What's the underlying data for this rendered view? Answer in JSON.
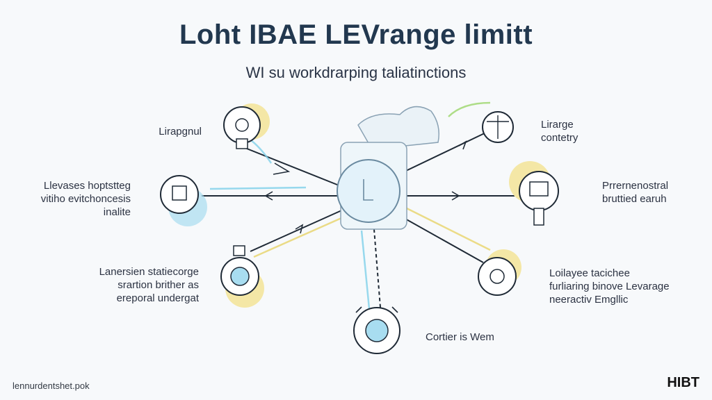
{
  "title": "Loht IBAE LEVrange limitt",
  "subtitle": "WI su workdrarping taliatinctions",
  "nodes": [
    {
      "label": "Lirapgnul"
    },
    {
      "label": "Llevases hoptstteg\nvitiho evitchoncesis\ninalite"
    },
    {
      "label": "Lanersien statiecorge\nsrartion brither as\nereporal undergat"
    },
    {
      "label": "Cortier is Wem"
    },
    {
      "label": "Lirarge\ncontetry"
    },
    {
      "label": "Prrernenostral\nbruttied earuh"
    },
    {
      "label": "Loilayee tacichee\nfurliaring binove Levarage\nneeractiv Emgllic"
    }
  ],
  "footer": {
    "left": "lennurdentshet.pok",
    "right": "HIBT"
  },
  "colors": {
    "accent_yellow": "#f4e7a6",
    "accent_blue": "#a8ddf0",
    "ink": "#1f2a36",
    "hub": "#e9f4fa"
  }
}
